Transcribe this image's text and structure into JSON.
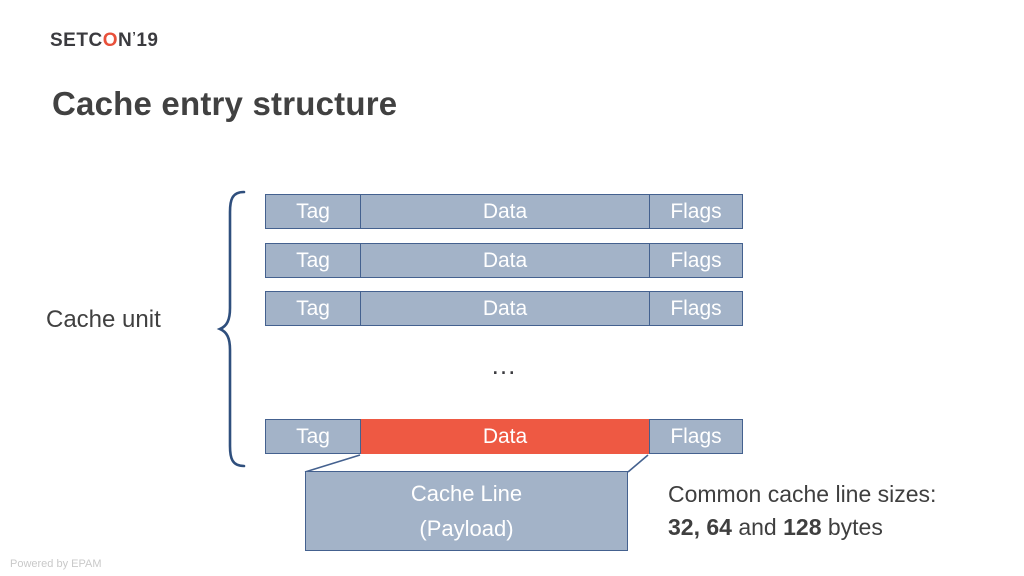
{
  "slide": {
    "background": "#ffffff",
    "logo": {
      "part1": "SETC",
      "accent_letter": "O",
      "part2": "N",
      "tick": "’",
      "year": "19",
      "accent_color": "#e8503a"
    },
    "title": "Cache entry structure",
    "footer": "Powered by EPAM"
  },
  "diagram": {
    "unit_label": "Cache unit",
    "ellipsis": "…",
    "colors": {
      "cell_fill": "#a3b3c8",
      "cell_border": "#44618f",
      "highlight_fill": "#ee5943",
      "brace": "#2f4f7d",
      "cell_text": "#ffffff"
    },
    "column_labels": {
      "tag": "Tag",
      "data": "Data",
      "flags": "Flags"
    },
    "rows": [
      {
        "tag": "Tag",
        "data": "Data",
        "flags": "Flags",
        "highlighted": false
      },
      {
        "tag": "Tag",
        "data": "Data",
        "flags": "Flags",
        "highlighted": false
      },
      {
        "tag": "Tag",
        "data": "Data",
        "flags": "Flags",
        "highlighted": false
      }
    ],
    "last_row": {
      "tag": "Tag",
      "data": "Data",
      "flags": "Flags",
      "highlighted": true
    },
    "payload_box": {
      "line1": "Cache Line",
      "line2": "(Payload)"
    }
  },
  "note": {
    "heading": "Common cache line sizes:",
    "sizes_a": "32, 64",
    "conjunction": " and ",
    "sizes_b": "128",
    "unit": " bytes"
  }
}
